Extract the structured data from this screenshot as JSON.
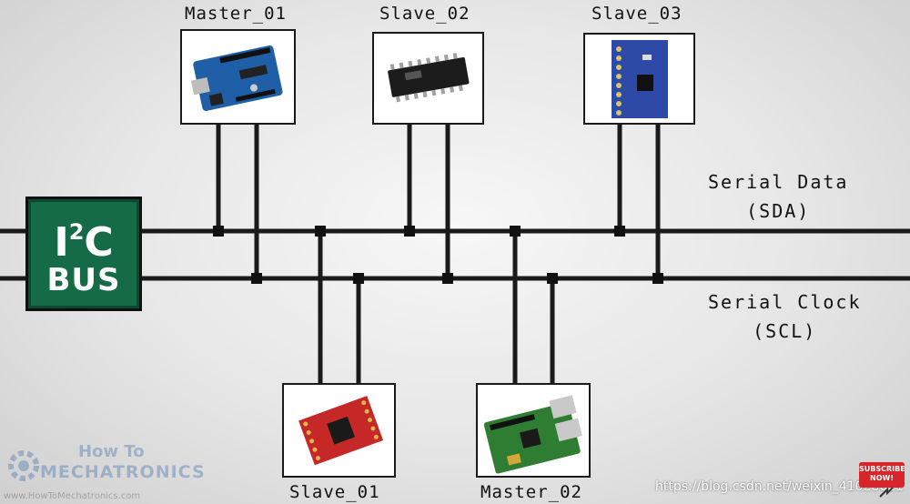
{
  "bus_logo": {
    "line1": "I",
    "sup": "2",
    "line1b": "C",
    "line2": "BUS"
  },
  "lines": {
    "sda": {
      "name": "Serial Data",
      "abbr": "(SDA)"
    },
    "scl": {
      "name": "Serial Clock",
      "abbr": "(SCL)"
    }
  },
  "devices": [
    {
      "label": "Master_01",
      "image": "arduino-board-icon"
    },
    {
      "label": "Slave_02",
      "image": "ic-chip-icon"
    },
    {
      "label": "Slave_03",
      "image": "sensor-module-icon"
    },
    {
      "label": "Slave_01",
      "image": "red-breakout-board-icon"
    },
    {
      "label": "Master_02",
      "image": "raspberry-pi-icon"
    }
  ],
  "watermark": {
    "how": "How To",
    "mech": "MECHATRONICS",
    "url": "www.HowToMechatronics.com"
  },
  "csdn": "https://blog.csdn.net/weixin_41028621",
  "subscribe": "SUBSCRIBE NOW!",
  "colors": {
    "bus_green": "#146b45",
    "line": "#1a1a1a"
  }
}
